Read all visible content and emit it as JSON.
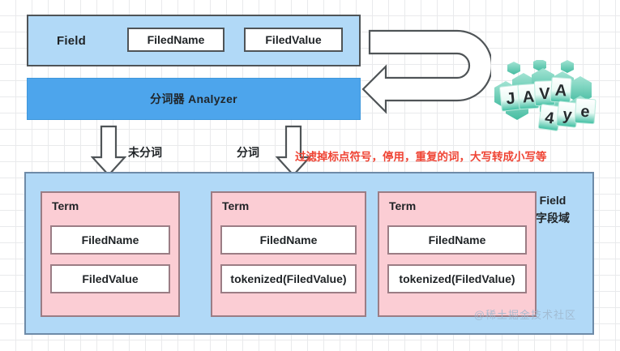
{
  "diagram": {
    "title": "Lucene Field Analyzer Tokenization Diagram",
    "colors": {
      "field_box_fill": "#b1d9f7",
      "analyzer_fill": "#4da5ec",
      "term_fill": "#fbcdd4",
      "term_border": "#9b7d85",
      "note_red": "#ef4434",
      "grid_line": "#e9eaec",
      "logo_teal": "#3fbfa2"
    },
    "field_box": {
      "label": "Field",
      "chips": [
        {
          "label": "FiledName"
        },
        {
          "label": "FiledValue"
        }
      ]
    },
    "analyzer": {
      "label": "分词器 Analyzer"
    },
    "uturn_arrow": {
      "name": "feedback-arrow",
      "from": "Field",
      "to": "分词器 Analyzer",
      "direction": "right-around-left"
    },
    "flow_labels": [
      {
        "label": "未分词",
        "arrow": "down-arrow-1"
      },
      {
        "label": "分词",
        "arrow": "down-arrow-2"
      }
    ],
    "note": {
      "text": "过滤掉标点符号，停用，重复的词，大写转成小写等"
    },
    "field_container": {
      "caption_en": "Field",
      "caption_cn": "字段域",
      "terms": [
        {
          "title": "Term",
          "name_value": "FiledName",
          "value_value": "FiledValue"
        },
        {
          "title": "Term",
          "name_value": "FiledName",
          "value_value": "tokenized(FiledValue)"
        },
        {
          "title": "Term",
          "name_value": "FiledName",
          "value_value": "tokenized(FiledValue)"
        }
      ]
    },
    "logo": {
      "name": "java4ye-logo",
      "line1": "JAVA",
      "line2": "4ye"
    },
    "watermark": {
      "text": "@稀土掘金技术社区"
    }
  }
}
